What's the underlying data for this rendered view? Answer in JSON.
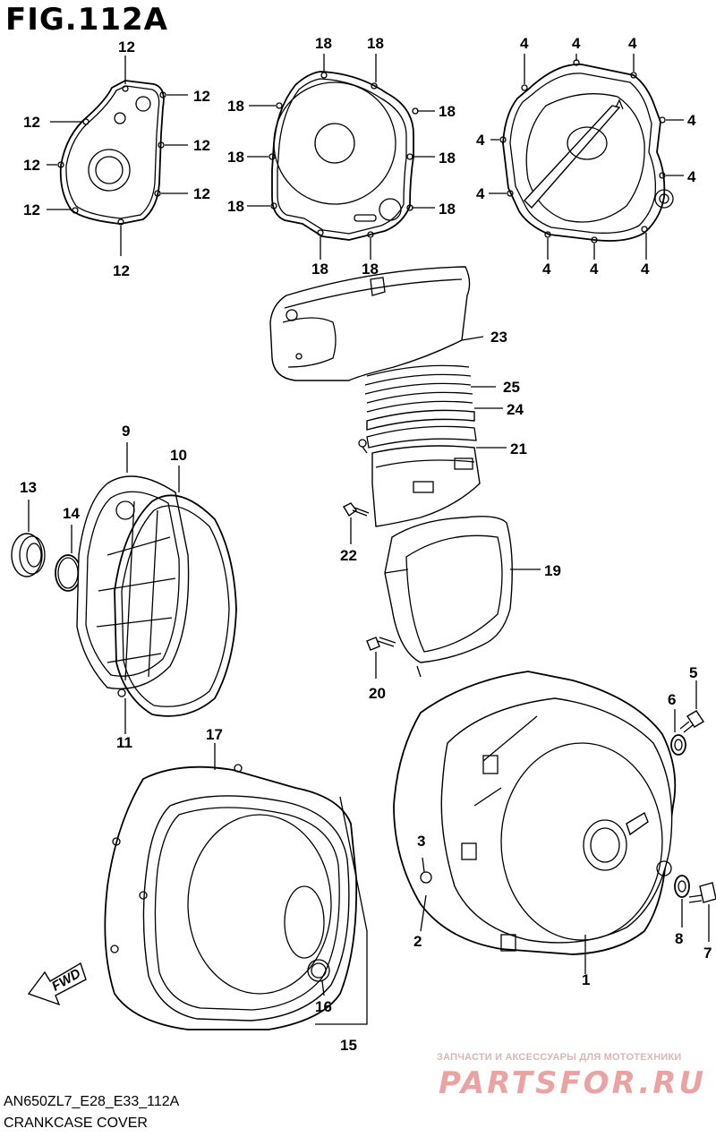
{
  "figure": {
    "title": "FIG.112A",
    "model_code": "AN650ZL7_E28_E33_112A",
    "caption": "CRANKCASE COVER"
  },
  "watermark": {
    "text": "ЗАПЧАСТИ И АКСЕССУАРЫ ДЛЯ МОТОТЕХНИКИ",
    "logo": "PARTSFOR.RU",
    "color": "#e9a3a3"
  },
  "arrow": {
    "label": "FWD",
    "icon": "fwd-arrow-icon"
  },
  "callouts": {
    "n1": "1",
    "n2": "2",
    "n3": "3",
    "n4": "4",
    "n5": "5",
    "n6": "6",
    "n7": "7",
    "n8": "8",
    "n9": "9",
    "n10": "10",
    "n11": "11",
    "n12": "12",
    "n13": "13",
    "n14": "14",
    "n15": "15",
    "n16": "16",
    "n17": "17",
    "n18": "18",
    "n19": "19",
    "n20": "20",
    "n21": "21",
    "n22": "22",
    "n23": "23",
    "n24": "24",
    "n25": "25"
  }
}
